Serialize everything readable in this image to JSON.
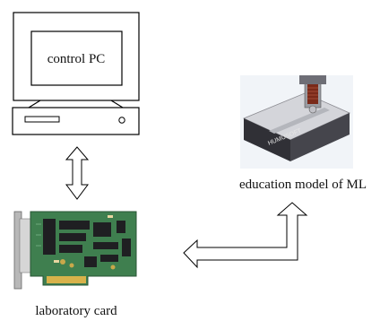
{
  "diagram": {
    "pc_label": "control PC",
    "education_model_label": "education model of ML",
    "lab_card_label": "laboratory card",
    "device_brand": "HUMUSOFT"
  },
  "colors": {
    "outline": "#000000",
    "pcb_green": "#3f7f4f",
    "device_body": "#cfcfd4",
    "device_dark": "#2a2a2e",
    "coil_red": "#7a2a1a"
  }
}
